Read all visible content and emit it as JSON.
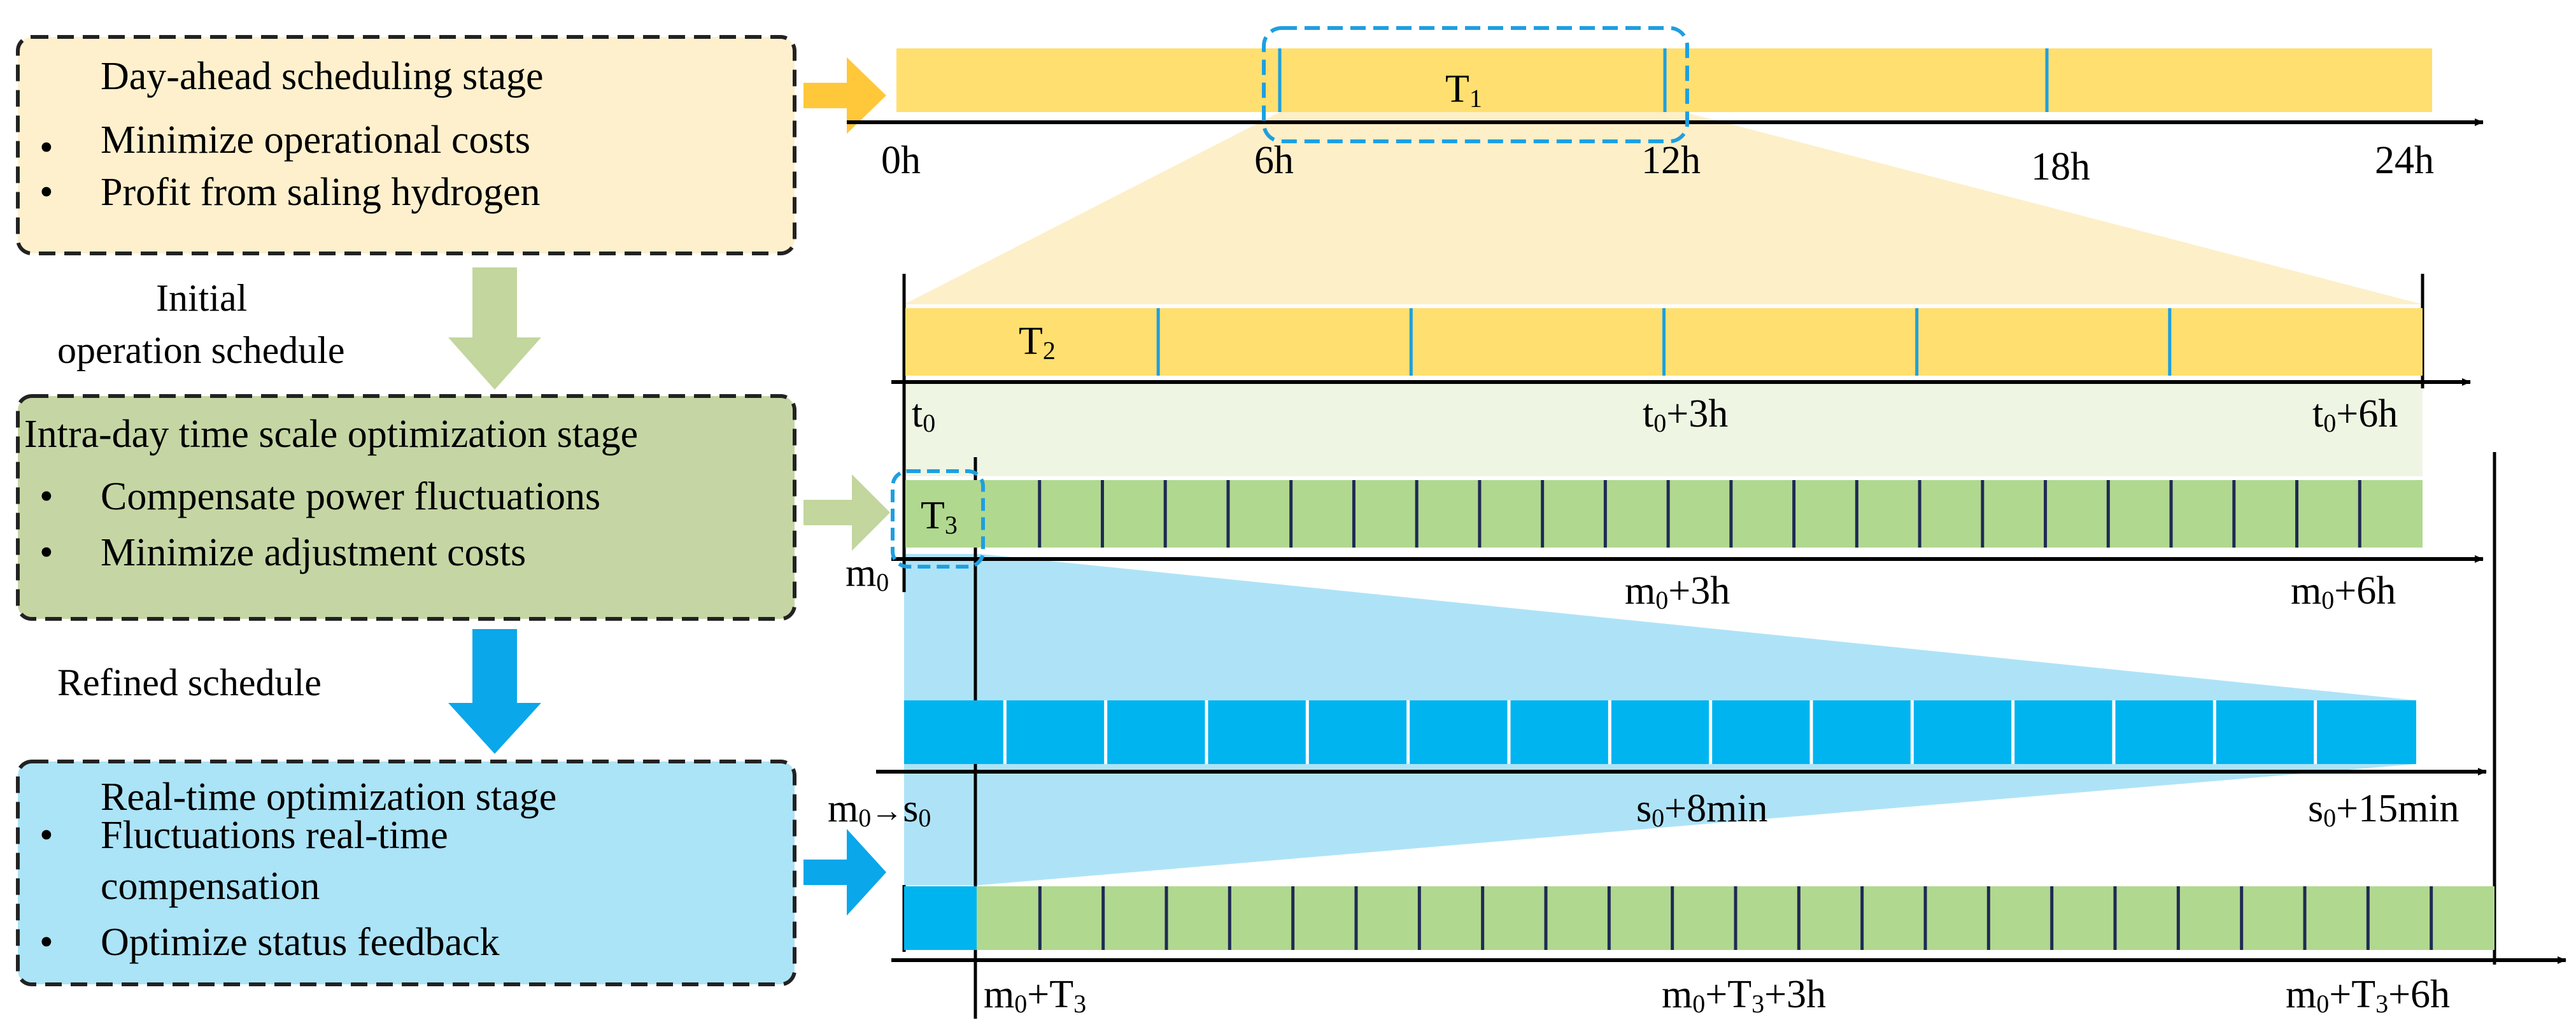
{
  "colors": {
    "day_ahead_fill": "#FEF0CC",
    "intra_day_fill": "#C5D6A4",
    "real_time_fill": "#ABE3F7",
    "yellow_bar": "#FFDF6F",
    "green_bar": "#B1D88F",
    "blue_bar": "#00B4F0",
    "zoom_yellow": "#FDEFC8",
    "zoom_green": "#EEF5E3",
    "zoom_blue": "#AEE3F7",
    "highlight_dash": "#1E9FE0",
    "divider_blue": "#1E9FE0",
    "divider_dark": "#1F2A55",
    "arrow_yellow": "#FFC83A",
    "arrow_green": "#C2D69E",
    "arrow_blue": "#0AA7EA"
  },
  "stages": {
    "day_ahead": {
      "title": "Day-ahead scheduling stage",
      "bullets": [
        "Minimize operational costs",
        "Profit from saling hydrogen"
      ]
    },
    "intra_day": {
      "title": "Intra-day time scale optimization stage",
      "bullets": [
        "Compensate  power fluctuations",
        "Minimize adjustment costs"
      ]
    },
    "real_time": {
      "title": "Real-time optimization stage",
      "bullets": [
        "Fluctuations real-time",
        "compensation",
        "Optimize status feedback"
      ]
    }
  },
  "transitions": {
    "initial_line1": "Initial",
    "initial_line2": "operation schedule",
    "refined": "Refined schedule"
  },
  "timeline_day": {
    "segment_label": "T",
    "segment_sub": "1",
    "ticks": [
      "0h",
      "6h",
      "12h",
      "18h",
      "24h"
    ]
  },
  "timeline_intra": {
    "segment_label": "T",
    "segment_sub": "2",
    "start_main": "t",
    "start_sub": "0",
    "mid_main": "t",
    "mid_sub": "0",
    "mid_suffix": "+3h",
    "end_main": "t",
    "end_sub": "0",
    "end_suffix": "+6h"
  },
  "timeline_intra_green": {
    "segment_label": "T",
    "segment_sub": "3",
    "start_main": "m",
    "start_sub": "0",
    "mid_main": "m",
    "mid_sub": "0",
    "mid_suffix": "+3h",
    "end_main": "m",
    "end_sub": "0",
    "end_suffix": "+6h"
  },
  "timeline_realtime": {
    "start_main": "m",
    "start_sub": "0",
    "start_arrow": "→",
    "start2_main": "s",
    "start2_sub": "0",
    "mid_main": "s",
    "mid_sub": "0",
    "mid_suffix": "+8min",
    "end_main": "s",
    "end_sub": "0",
    "end_suffix": "+15min"
  },
  "timeline_bottom": {
    "start_main": "m",
    "start_sub": "0",
    "start_suffix": "+T",
    "start_sub2": "3",
    "mid_main": "m",
    "mid_sub": "0",
    "mid_suffix": "+T",
    "mid_sub2": "3",
    "mid_suffix2": "+3h",
    "end_main": "m",
    "end_sub": "0",
    "end_suffix": "+T",
    "end_sub2": "3",
    "end_suffix2": "+6h"
  }
}
